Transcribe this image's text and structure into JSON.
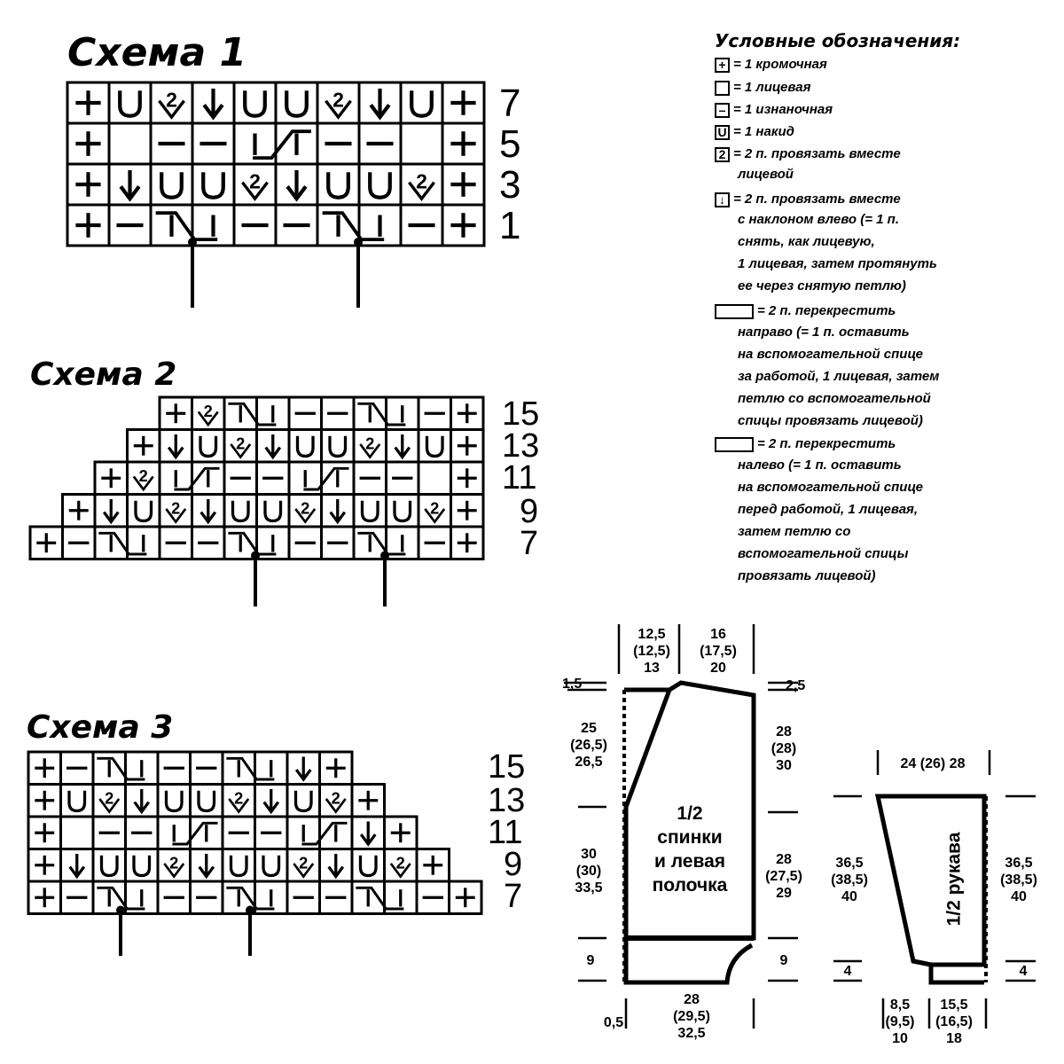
{
  "schemes": [
    {
      "title": "Схема 1",
      "rows": [
        {
          "num": "7",
          "cells": [
            "+",
            "U",
            "2",
            "v",
            "U",
            "U",
            "2",
            "v",
            "U",
            "+"
          ]
        },
        {
          "num": "5",
          "cells": [
            "+",
            "",
            "-",
            "-",
            "r1",
            "r2",
            "-",
            "-",
            "",
            "+"
          ]
        },
        {
          "num": "3",
          "cells": [
            "+",
            "v",
            "U",
            "U",
            "2",
            "v",
            "U",
            "U",
            "2",
            "+"
          ]
        },
        {
          "num": "1",
          "cells": [
            "+",
            "-",
            "l1",
            "l2",
            "-",
            "-",
            "l1",
            "l2",
            "-",
            "+"
          ]
        }
      ]
    },
    {
      "title": "Схема 2",
      "rows": [
        {
          "num": "15",
          "offset": 4,
          "cells": [
            "+",
            "2",
            "l1",
            "l2",
            "-",
            "-",
            "l1",
            "l2",
            "-",
            "+"
          ]
        },
        {
          "num": "13",
          "offset": 3,
          "cells": [
            "+",
            "v",
            "U",
            "2",
            "v",
            "U",
            "U",
            "2",
            "v",
            "U",
            "+"
          ]
        },
        {
          "num": "11",
          "offset": 2,
          "cells": [
            "+",
            "2",
            "r1",
            "r2",
            "-",
            "-",
            "r1",
            "r2",
            "-",
            "-",
            "",
            "+"
          ]
        },
        {
          "num": "9",
          "offset": 1,
          "cells": [
            "+",
            "v",
            "U",
            "2",
            "v",
            "U",
            "U",
            "2",
            "v",
            "U",
            "U",
            "2",
            "+"
          ]
        },
        {
          "num": "7",
          "offset": 0,
          "cells": [
            "+",
            "-",
            "l1",
            "l2",
            "-",
            "-",
            "l1",
            "l2",
            "-",
            "-",
            "l1",
            "l2",
            "-",
            "+"
          ]
        }
      ]
    },
    {
      "title": "Схема 3",
      "rows": [
        {
          "num": "15",
          "cells": [
            "+",
            "-",
            "l1",
            "l2",
            "-",
            "-",
            "l1",
            "l2",
            "v",
            "+"
          ]
        },
        {
          "num": "13",
          "cells": [
            "+",
            "U",
            "2",
            "v",
            "U",
            "U",
            "2",
            "v",
            "U",
            "2",
            "+"
          ]
        },
        {
          "num": "11",
          "cells": [
            "+",
            "",
            "-",
            "-",
            "r1",
            "r2",
            "-",
            "-",
            "r1",
            "r2",
            "v",
            "+"
          ]
        },
        {
          "num": "9",
          "cells": [
            "+",
            "v",
            "U",
            "U",
            "2",
            "v",
            "U",
            "U",
            "2",
            "v",
            "U",
            "2",
            "+"
          ]
        },
        {
          "num": "7",
          "cells": [
            "+",
            "-",
            "l1",
            "l2",
            "-",
            "-",
            "l1",
            "l2",
            "-",
            "-",
            "l1",
            "l2",
            "-",
            "+"
          ]
        }
      ]
    }
  ],
  "legend": {
    "title": "Условные обозначения:",
    "items": [
      {
        "icon": "plus-symbol-icon",
        "glyph": "+",
        "lines": [
          "= 1 кромочная"
        ]
      },
      {
        "icon": "empty-symbol-icon",
        "glyph": "",
        "lines": [
          "= 1 лицевая"
        ]
      },
      {
        "icon": "minus-symbol-icon",
        "glyph": "–",
        "lines": [
          "= 1 изнаночная"
        ]
      },
      {
        "icon": "yarn-over-icon",
        "glyph": "U",
        "lines": [
          "= 1 накид"
        ]
      },
      {
        "icon": "k2tog-icon",
        "glyph": "2",
        "lines": [
          "= 2 п. провязать вместе",
          "лицевой"
        ]
      },
      {
        "icon": "ssk-icon",
        "glyph": "↓",
        "lines": [
          "= 2 п. провязать вместе",
          "с наклоном влево (= 1 п.",
          "снять, как лицевую,",
          "1 лицевая, затем протянуть",
          "ее через снятую петлю)"
        ]
      },
      {
        "icon": "cross-right-icon",
        "glyph": "",
        "lines": [
          "= 2 п. перекрестить",
          "направо (= 1 п. оставить",
          "на вспомогательной спице",
          "за работой, 1 лицевая, затем",
          "петлю со вспомогательной",
          "спицы провязать лицевой)"
        ]
      },
      {
        "icon": "cross-left-icon",
        "glyph": "",
        "lines": [
          "= 2 п. перекрестить",
          "налево (= 1 п. оставить",
          "на вспомогательной спице",
          "перед работой, 1 лицевая,",
          "затем петлю со",
          "вспомогательной спицы",
          "провязать лицевой)"
        ]
      }
    ]
  },
  "pattern_body": {
    "label": [
      "1/2",
      "спинки",
      "и левая",
      "полочка"
    ],
    "top_left": [
      "12,5",
      "(12,5)",
      "13"
    ],
    "top_right": [
      "16",
      "(17,5)",
      "20"
    ],
    "shoulder_left": "1,5",
    "shoulder_right": "2,5",
    "left_upper": [
      "25",
      "(26,5)",
      "26,5"
    ],
    "left_lower": [
      "30",
      "(30)",
      "33,5"
    ],
    "left_bottom": "9",
    "right_upper": [
      "28",
      "(28)",
      "30"
    ],
    "right_lower": [
      "28",
      "(27,5)",
      "29"
    ],
    "right_bottom": "9",
    "bottom_width": [
      "28",
      "(29,5)",
      "32,5"
    ],
    "bottom_left": "0,5"
  },
  "pattern_sleeve": {
    "label": "1/2 рукава",
    "top_width": "24 (26) 28",
    "left_height": [
      "36,5",
      "(38,5)",
      "40"
    ],
    "right_height": [
      "36,5",
      "(38,5)",
      "40"
    ],
    "left_cuff": "4",
    "right_cuff": "4",
    "bottom_left": [
      "8,5",
      "(9,5)",
      "10"
    ],
    "bottom_right": [
      "15,5",
      "(16,5)",
      "18"
    ]
  }
}
